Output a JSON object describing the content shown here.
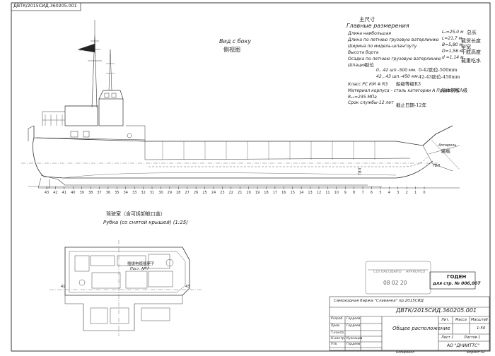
{
  "corner_code": "ДВТК/2015СИД.360205.001",
  "side_view": {
    "ru": "Вид с боку",
    "cn": "侧视图"
  },
  "dimensions": {
    "title_cn": "主尺寸",
    "title_ru": "Главные размерения",
    "rows": [
      {
        "ru": "Длина наибольшая",
        "val": "Lₙ=25,0 м",
        "cn": "总长"
      },
      {
        "ru": "Длина по летнюю грузовую ватерлинию",
        "val": "L=21,7 м",
        "cn": "载货长度"
      },
      {
        "ru": "Ширина по мидель-шпангоуту",
        "val": "B=5,80 м",
        "cn": "型宽"
      },
      {
        "ru": "Высота борта",
        "val": "D=1,56 м",
        "cn": "干舷高度"
      },
      {
        "ru": "Осадка по летнюю грузовую ватерлинию",
        "val": "d =1,14 м",
        "cn": "载重吃水"
      }
    ],
    "spacing_ru": "Шпация",
    "spacing_cn": "肋位",
    "spacing_1": "0...42 шп.-500 мм.",
    "spacing_1_cn": "0-42肋位-500mm",
    "spacing_2": "42...43 шп.-450 мм.",
    "spacing_2_cn": "42-43肋位-450mm",
    "class_ru": "Класс РС КМ ✲ R3",
    "class_cn": "船级等级R3",
    "material_ru": "Материал корпуса - сталь категории А Правил РС",
    "material_cn": "船体钢板A级",
    "reh": "Rₑₕ=235 МПа",
    "service_ru": "Срок службы-12 лет",
    "service_cn": "截止日期-12年"
  },
  "hull": {
    "apparel_ru": "Аппарель",
    "apparel_cn": "跳板",
    "gp": "ГВЛ",
    "mark": "ГВЛ",
    "frames": [
      "43",
      "42",
      "41",
      "40",
      "39",
      "38",
      "37",
      "36",
      "35",
      "34",
      "33",
      "32",
      "31",
      "30",
      "29",
      "28",
      "27",
      "26",
      "25",
      "24",
      "23",
      "22",
      "21",
      "20",
      "19",
      "18",
      "17",
      "16",
      "15",
      "14",
      "13",
      "12",
      "11",
      "10",
      "9",
      "8",
      "7",
      "6",
      "5",
      "4",
      "3",
      "2",
      "1",
      "0"
    ]
  },
  "wheelhouse": {
    "cn": "驾驶室（含可拆卸舱口盖）",
    "ru": "Рубка (со снятой крышей) (1:25)",
    "note_cn": "插拔电缆插座子",
    "note_ru": "Пост. АРН",
    "frame_left": "41",
    "frame_right": "43"
  },
  "stamp": {
    "line1": "СОГЛАСОВАНО",
    "line2": "APPROVED",
    "date": "08   02   20",
    "goden": "ГОДЕН",
    "dlya": "для стр. № 006,007"
  },
  "title_block": {
    "shipyard": "Самоходная баржа \"Славянка\" пр.2015СИД",
    "doc_no": "ДВТК/2015СИД.360205.001",
    "doc_title": "Общее расположение",
    "h_lit": "Лит.",
    "h_mass": "Масса",
    "h_scale": "Масштаб",
    "scale": "1:50",
    "h_sheet": "Лист 1",
    "h_sheets": "Листов 1",
    "org": "АО \"ДНИИТТС\"",
    "roles": [
      "Разраб.",
      "Пров.",
      "Т.контр.",
      "Н.контр.",
      "Утв."
    ],
    "names": [
      "Гордеев",
      "Гордеев",
      "",
      "Кузнецов",
      "Гордеев"
    ],
    "bottom": "Формат А2",
    "kop": "Копировал"
  }
}
